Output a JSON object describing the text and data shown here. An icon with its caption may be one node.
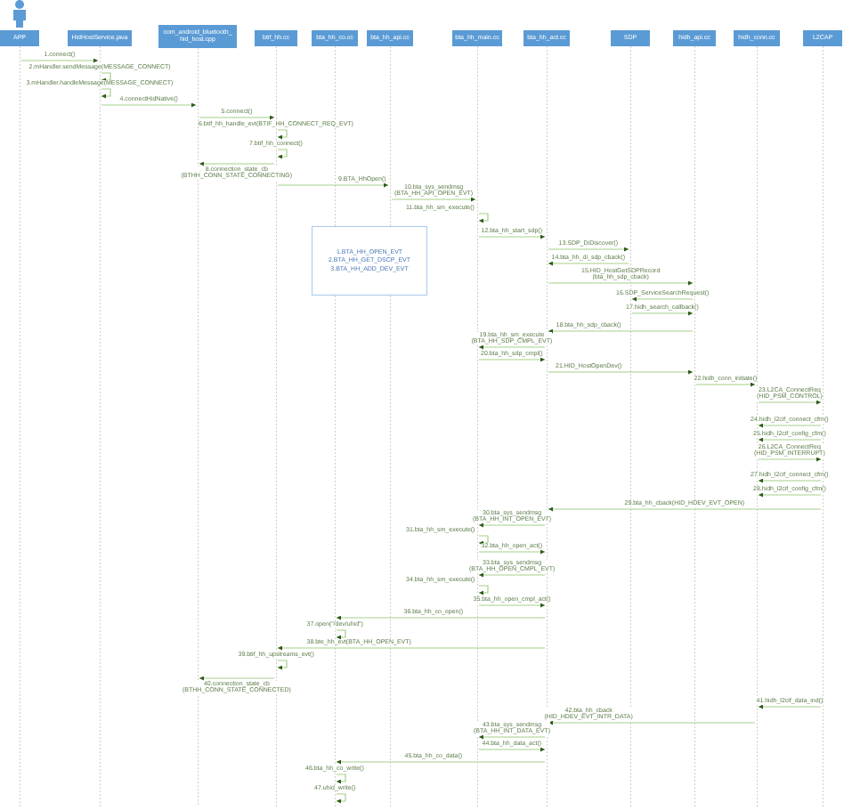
{
  "diagram": {
    "nodes": [
      {
        "text": [
          "APP"
        ]
      },
      {
        "text": [
          "HidHostService.java"
        ]
      },
      {
        "text": [
          "com_android_bluetooth_hid_host.cpp"
        ]
      },
      {
        "text": [
          "btif_hh.cc"
        ]
      },
      {
        "text": [
          "bta_hh_co.cc"
        ]
      },
      {
        "text": [
          "bta_hh_api.cc"
        ]
      },
      {
        "text": [
          "bta_hh_main.cc"
        ]
      },
      {
        "text": [
          "bta_hh_act.cc"
        ]
      },
      {
        "text": [
          "SDP"
        ]
      },
      {
        "text": [
          "hidh_api.cc"
        ]
      },
      {
        "text": [
          "hidh_conn.cc"
        ]
      },
      {
        "text": [
          "L2CAP"
        ]
      },
      {
        "text": [
          "1.BTA_HH_OPEN_EVT",
          "2.BTA_HH_GET_DSCP_EVT",
          "3.BTA_HH_ADD_DEV_EVT"
        ]
      }
    ],
    "edges": [
      {
        "from": 0,
        "to": 1,
        "arrow": "to",
        "label": "1.connect()"
      },
      {
        "from": 1,
        "to": 1,
        "arrow": "to",
        "label": "2.mHandler.sendMessage(MESSAGE_CONNECT)"
      },
      {
        "from": 1,
        "to": 1,
        "arrow": "to",
        "label": "3.mHandler.handleMessage(MESSAGE_CONNECT)"
      },
      {
        "from": 1,
        "to": 2,
        "arrow": "to",
        "label": "4.connectHidNative()"
      },
      {
        "from": 2,
        "to": 3,
        "arrow": "to",
        "label": "5.connect()"
      },
      {
        "from": 3,
        "to": 3,
        "arrow": "to",
        "label": "6.btif_hh_handle_evt(BTIF_HH_CONNECT_REQ_EVT)"
      },
      {
        "from": 3,
        "to": 3,
        "arrow": "to",
        "label": "7.btif_hh_connect()"
      },
      {
        "from": 3,
        "to": 2,
        "arrow": "to",
        "label": "8.connection_state_cb (BTHH_CONN_STATE_CONNECTING)"
      },
      {
        "from": 3,
        "to": 5,
        "arrow": "to",
        "label": "9.BTA_HhOpen()"
      },
      {
        "from": 5,
        "to": 6,
        "arrow": "to",
        "label": "10.bta_sys_sendmsg (BTA_HH_API_OPEN_EVT)"
      },
      {
        "from": 6,
        "to": 6,
        "arrow": "to",
        "label": "11.bta_hh_sm_execute()"
      },
      {
        "from": 6,
        "to": 7,
        "arrow": "to",
        "label": "12.bta_hh_start_sdp()"
      },
      {
        "from": 7,
        "to": 8,
        "arrow": "to",
        "label": "13.SDP_DiDiscover()"
      },
      {
        "from": 8,
        "to": 7,
        "arrow": "to",
        "label": "14.bta_hh_di_sdp_cback()"
      },
      {
        "from": 7,
        "to": 9,
        "arrow": "to",
        "label": "15.HID_HostGetSDPRecord (bta_hh_sdp_cback)"
      },
      {
        "from": 9,
        "to": 8,
        "arrow": "to",
        "label": "16.SDP_ServiceSearchRequest()"
      },
      {
        "from": 8,
        "to": 9,
        "arrow": "to",
        "label": "17.hidh_search_callback()"
      },
      {
        "from": 9,
        "to": 7,
        "arrow": "to",
        "label": "18.bta_hh_sdp_cback()"
      },
      {
        "from": 7,
        "to": 6,
        "arrow": "to",
        "label": "19.bta_hh_sm_execute (BTA_HH_SDP_CMPL_EVT)"
      },
      {
        "from": 6,
        "to": 7,
        "arrow": "to",
        "label": "20.bta_hh_sdp_cmpl()"
      },
      {
        "from": 7,
        "to": 9,
        "arrow": "to",
        "label": "21.HID_HostOpenDev()"
      },
      {
        "from": 9,
        "to": 10,
        "arrow": "to",
        "label": "22.hidh_conn_initiate()"
      },
      {
        "from": 10,
        "to": 11,
        "arrow": "to",
        "label": "23.L2CA_ConnectReq (HID_PSM_CONTROL)"
      },
      {
        "from": 11,
        "to": 10,
        "arrow": "to",
        "label": "24.hidh_l2cif_connect_cfm()"
      },
      {
        "from": 11,
        "to": 10,
        "arrow": "to",
        "label": "25.hidh_l2cif_config_cfm()"
      },
      {
        "from": 10,
        "to": 11,
        "arrow": "to",
        "label": "26.L2CA_ConnectReq (HID_PSM_INTERRUPT)"
      },
      {
        "from": 11,
        "to": 10,
        "arrow": "to",
        "label": "27.hidh_l2cif_connect_cfm()"
      },
      {
        "from": 11,
        "to": 10,
        "arrow": "to",
        "label": "28.hidh_l2cif_config_cfm()"
      },
      {
        "from": 11,
        "to": 7,
        "arrow": "to",
        "label": "29.bta_hh_cback(HID_HDEV_EVT_OPEN)"
      },
      {
        "from": 7,
        "to": 6,
        "arrow": "to",
        "label": "30.bta_sys_sendmsg (BTA_HH_INT_OPEN_EVT)"
      },
      {
        "from": 6,
        "to": 6,
        "arrow": "to",
        "label": "31.bta_hh_sm_execute()"
      },
      {
        "from": 6,
        "to": 7,
        "arrow": "to",
        "label": "32.bta_hh_open_act()"
      },
      {
        "from": 7,
        "to": 6,
        "arrow": "to",
        "label": "33.bta_sys_sendmsg (BTA_HH_OPEN_CMPL_EVT)"
      },
      {
        "from": 6,
        "to": 6,
        "arrow": "to",
        "label": "34.bta_hh_sm_execute()"
      },
      {
        "from": 6,
        "to": 7,
        "arrow": "to",
        "label": "35.bta_hh_open_cmpl_act()"
      },
      {
        "from": 7,
        "to": 4,
        "arrow": "to",
        "label": "36.bta_hh_co_open()"
      },
      {
        "from": 4,
        "to": 4,
        "arrow": "to",
        "label": "37.open(\"/dev/uhid\")"
      },
      {
        "from": 7,
        "to": 3,
        "arrow": "to",
        "label": "38.bte_hh_evt(BTA_HH_OPEN_EVT)"
      },
      {
        "from": 3,
        "to": 3,
        "arrow": "to",
        "label": "39.btif_hh_upstreams_evt()"
      },
      {
        "from": 3,
        "to": 2,
        "arrow": "to",
        "label": "40.connection_state_cb (BTHH_CONN_STATE_CONNECTED)"
      },
      {
        "from": 11,
        "to": 10,
        "arrow": "to",
        "label": "41.hidh_l2cif_data_ind()"
      },
      {
        "from": 10,
        "to": 7,
        "arrow": "to",
        "label": "42.bta_hh_cback(HID_HDEV_EVT_INTR_DATA)"
      },
      {
        "from": 7,
        "to": 6,
        "arrow": "to",
        "label": "43.bta_sys_sendmsg (BTA_HH_INT_DATA_EVT)"
      },
      {
        "from": 6,
        "to": 7,
        "arrow": "to",
        "label": "44.bta_hh_data_act()"
      },
      {
        "from": 7,
        "to": 4,
        "arrow": "to",
        "label": "45.bta_hh_co_data()"
      },
      {
        "from": 4,
        "to": 4,
        "arrow": "to",
        "label": "46.bta_hh_co_write()"
      },
      {
        "from": 4,
        "to": 4,
        "arrow": "to",
        "label": "47.uhid_write()"
      }
    ]
  }
}
